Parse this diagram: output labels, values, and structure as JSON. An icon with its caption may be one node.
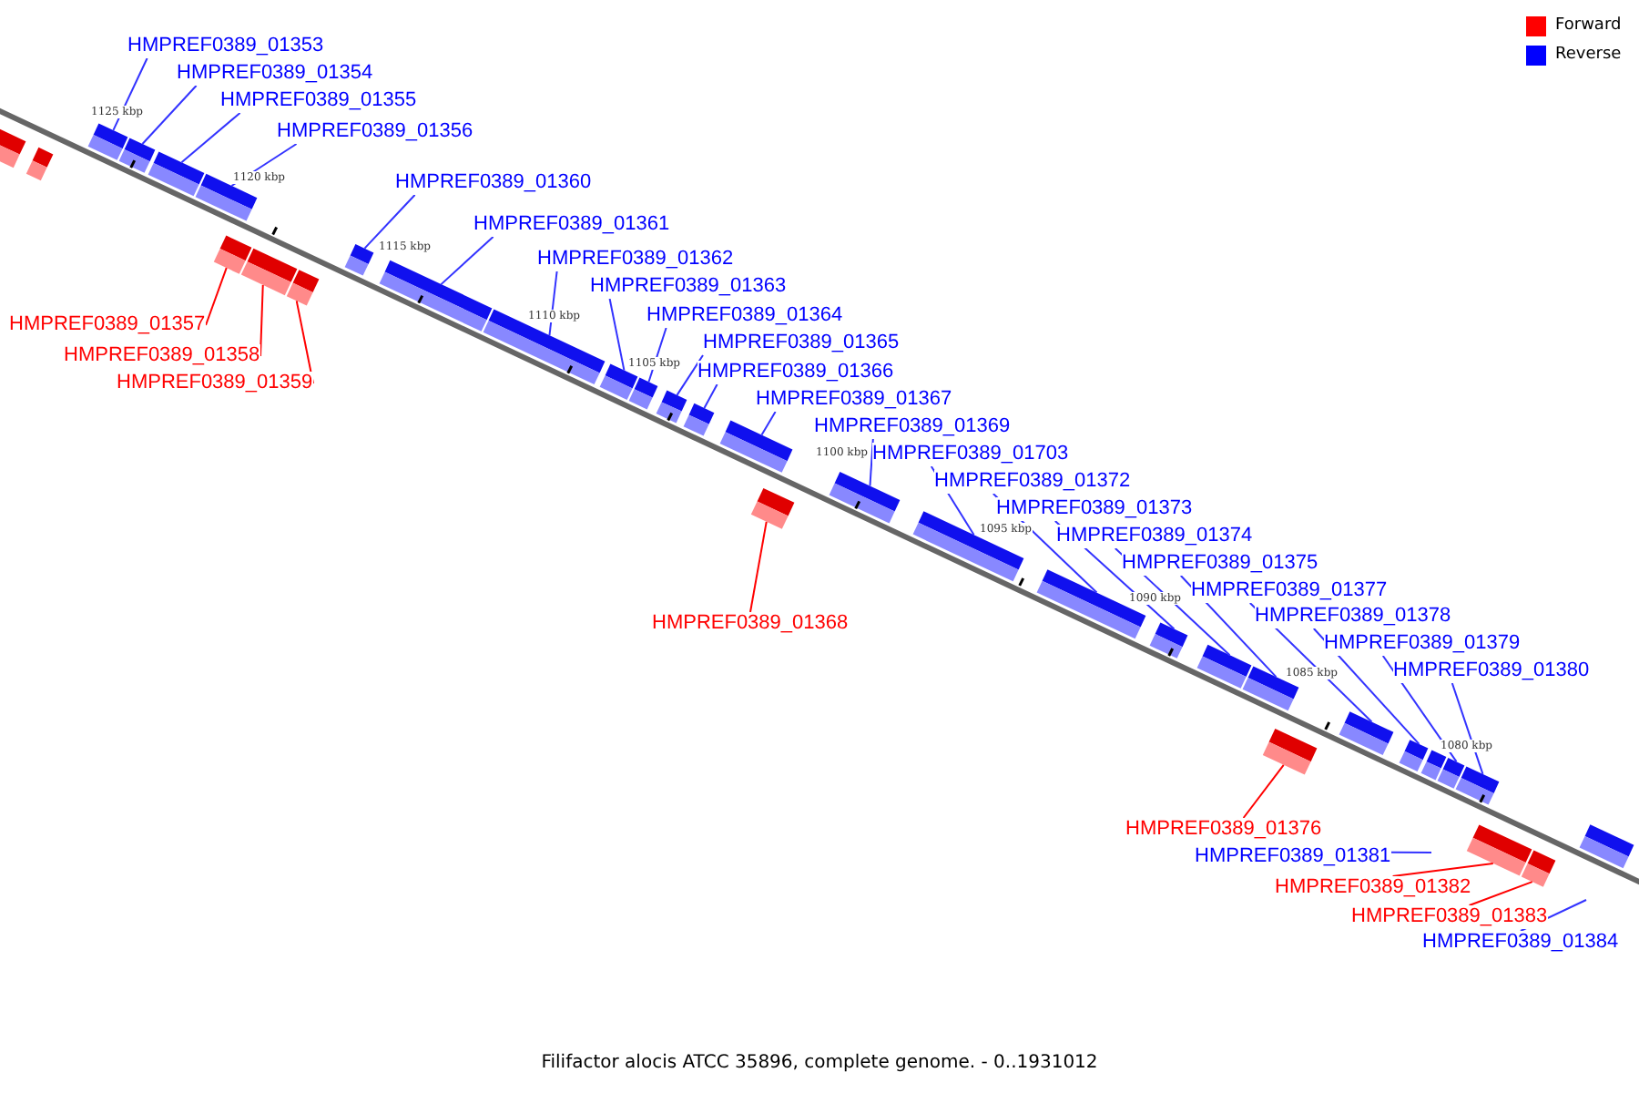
{
  "diagram": {
    "caption": "Filifactor alocis ATCC 35896, complete genome. - 0..1931012",
    "nodes": [
      {
        "text": [
          "HMPREF0389_01353"
        ]
      },
      {
        "text": [
          "HMPREF0389_01354"
        ]
      },
      {
        "text": [
          "HMPREF0389_01355"
        ]
      },
      {
        "text": [
          "HMPREF0389_01356"
        ]
      },
      {
        "text": [
          "HMPREF0389_01357"
        ]
      },
      {
        "text": [
          "HMPREF0389_01358"
        ]
      },
      {
        "text": [
          "HMPREF0389_01359"
        ]
      },
      {
        "text": [
          "HMPREF0389_01360"
        ]
      },
      {
        "text": [
          "HMPREF0389_01361"
        ]
      },
      {
        "text": [
          "HMPREF0389_01362"
        ]
      },
      {
        "text": [
          "HMPREF0389_01363"
        ]
      },
      {
        "text": [
          "HMPREF0389_01364"
        ]
      },
      {
        "text": [
          "HMPREF0389_01365"
        ]
      },
      {
        "text": [
          "HMPREF0389_01366"
        ]
      },
      {
        "text": [
          "HMPREF0389_01367"
        ]
      },
      {
        "text": [
          "HMPREF0389_01368"
        ]
      },
      {
        "text": [
          "HMPREF0389_01369"
        ]
      },
      {
        "text": [
          "HMPREF0389_01703"
        ]
      },
      {
        "text": [
          "HMPREF0389_01372"
        ]
      },
      {
        "text": [
          "HMPREF0389_01373"
        ]
      },
      {
        "text": [
          "HMPREF0389_01374"
        ]
      },
      {
        "text": [
          "HMPREF0389_01375"
        ]
      },
      {
        "text": [
          "HMPREF0389_01377"
        ]
      },
      {
        "text": [
          "HMPREF0389_01378"
        ]
      },
      {
        "text": [
          "HMPREF0389_01379"
        ]
      },
      {
        "text": [
          "HMPREF0389_01380"
        ]
      },
      {
        "text": [
          "HMPREF0389_01376"
        ]
      },
      {
        "text": [
          "HMPREF0389_01381"
        ]
      },
      {
        "text": [
          "HMPREF0389_01382"
        ]
      },
      {
        "text": [
          "HMPREF0389_01383"
        ]
      },
      {
        "text": [
          "HMPREF0389_01384"
        ]
      },
      {
        "text": [],
        "shape": "box"
      },
      {
        "text": [],
        "shape": "box"
      },
      {
        "text": [],
        "shape": "box"
      },
      {
        "text": [],
        "shape": "box"
      },
      {
        "text": [],
        "shape": "box"
      },
      {
        "text": [],
        "shape": "box"
      },
      {
        "text": [],
        "shape": "box"
      },
      {
        "text": [],
        "shape": "box"
      },
      {
        "text": [],
        "shape": "box"
      },
      {
        "text": [],
        "shape": "box"
      },
      {
        "text": [],
        "shape": "box"
      },
      {
        "text": [],
        "shape": "box"
      },
      {
        "text": [],
        "shape": "box"
      },
      {
        "text": [],
        "shape": "box"
      },
      {
        "text": [],
        "shape": "box"
      },
      {
        "text": [],
        "shape": "box"
      },
      {
        "text": [],
        "shape": "box"
      },
      {
        "text": [],
        "shape": "box"
      },
      {
        "text": [],
        "shape": "box"
      },
      {
        "text": [],
        "shape": "box"
      },
      {
        "text": [],
        "shape": "box"
      },
      {
        "text": [],
        "shape": "box"
      },
      {
        "text": [],
        "shape": "box"
      },
      {
        "text": [],
        "shape": "box"
      },
      {
        "text": [],
        "shape": "box"
      },
      {
        "text": [],
        "shape": "box"
      },
      {
        "text": [],
        "shape": "box"
      },
      {
        "text": [],
        "shape": "box"
      },
      {
        "text": [],
        "shape": "box"
      },
      {
        "text": [],
        "shape": "box"
      },
      {
        "text": [],
        "shape": "box"
      },
      {
        "text": [],
        "shape": "box"
      },
      {
        "text": [],
        "shape": "box"
      }
    ],
    "edges": [
      {
        "from": 0,
        "to": 33,
        "arrow": "none"
      },
      {
        "from": 1,
        "to": 34,
        "arrow": "none"
      },
      {
        "from": 2,
        "to": 35,
        "arrow": "none"
      },
      {
        "from": 3,
        "to": 36,
        "arrow": "none"
      },
      {
        "from": 4,
        "to": 37,
        "arrow": "none",
        "color": "#ff0000"
      },
      {
        "from": 5,
        "to": 38,
        "arrow": "none",
        "color": "#ff0000"
      },
      {
        "from": 6,
        "to": 39,
        "arrow": "none",
        "color": "#ff0000"
      },
      {
        "from": 7,
        "to": 40,
        "arrow": "none"
      },
      {
        "from": 8,
        "to": 41,
        "arrow": "none"
      },
      {
        "from": 9,
        "to": 42,
        "arrow": "none"
      },
      {
        "from": 10,
        "to": 43,
        "arrow": "none"
      },
      {
        "from": 11,
        "to": 44,
        "arrow": "none"
      },
      {
        "from": 12,
        "to": 45,
        "arrow": "none"
      },
      {
        "from": 13,
        "to": 46,
        "arrow": "none"
      },
      {
        "from": 14,
        "to": 47,
        "arrow": "none"
      },
      {
        "from": 15,
        "to": 48,
        "arrow": "none",
        "color": "#ff0000"
      },
      {
        "from": 16,
        "to": 49,
        "arrow": "none"
      },
      {
        "from": 17,
        "to": 50,
        "arrow": "none"
      },
      {
        "from": 18,
        "to": 51,
        "arrow": "none"
      },
      {
        "from": 19,
        "to": 52,
        "arrow": "none"
      },
      {
        "from": 20,
        "to": 53,
        "arrow": "none"
      },
      {
        "from": 21,
        "to": 54,
        "arrow": "none"
      },
      {
        "from": 22,
        "to": 56,
        "arrow": "none"
      },
      {
        "from": 23,
        "to": 57,
        "arrow": "none"
      },
      {
        "from": 24,
        "to": 59,
        "arrow": "none"
      },
      {
        "from": 25,
        "to": 60,
        "arrow": "none"
      },
      {
        "from": 26,
        "to": 55,
        "arrow": "none",
        "color": "#ff0000"
      },
      {
        "from": 27,
        "to": null,
        "arrow": "none"
      },
      {
        "from": 28,
        "to": 61,
        "arrow": "none",
        "color": "#ff0000"
      },
      {
        "from": 29,
        "to": 62,
        "arrow": "none",
        "color": "#ff0000"
      },
      {
        "from": 30,
        "to": null,
        "arrow": "none"
      }
    ],
    "labels": [
      "1125 kbp",
      "1120 kbp",
      "1115 kbp",
      "1110 kbp",
      "1105 kbp",
      "1100 kbp",
      "1095 kbp",
      "1090 kbp",
      "1085 kbp",
      "1080 kbp"
    ],
    "legend": [
      {
        "text": "Forward",
        "color": "#ff0000"
      },
      {
        "text": "Reverse",
        "color": "#0000ff"
      }
    ]
  }
}
